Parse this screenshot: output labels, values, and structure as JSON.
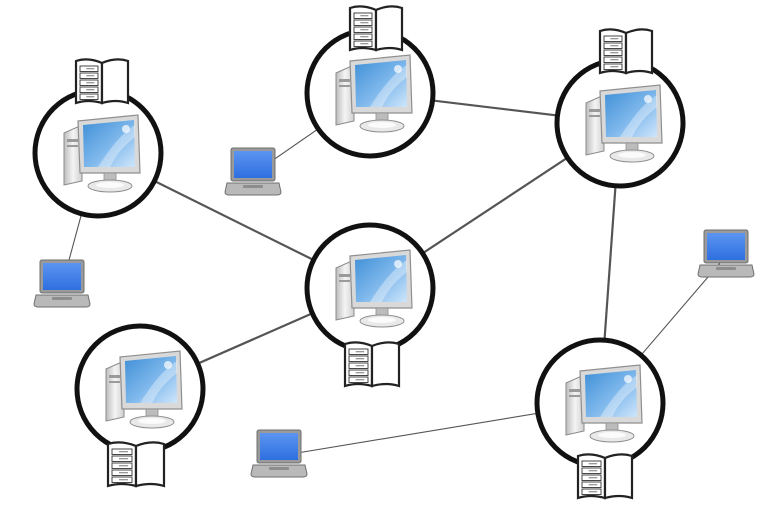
{
  "diagram": {
    "kind": "network",
    "colors": {
      "ring": "#111111",
      "link": "#555555",
      "screen": "#3f8fd6",
      "screen_light": "#cfe6fb",
      "laptop_screen": "#2e6fe0",
      "case": "#e6e6e6",
      "book": "#222222"
    },
    "icons": [
      "desktop-computer-icon",
      "laptop-icon",
      "ledger-book-icon"
    ],
    "nodes": [
      {
        "id": "server-top",
        "type": "server",
        "has_ledger": true
      },
      {
        "id": "server-left",
        "type": "server",
        "has_ledger": true
      },
      {
        "id": "server-right",
        "type": "server",
        "has_ledger": true
      },
      {
        "id": "server-center",
        "type": "server",
        "has_ledger": true
      },
      {
        "id": "server-bottom-left",
        "type": "server",
        "has_ledger": true
      },
      {
        "id": "server-bottom-right",
        "type": "server",
        "has_ledger": true
      },
      {
        "id": "client-a",
        "type": "client"
      },
      {
        "id": "client-b",
        "type": "client"
      },
      {
        "id": "client-c",
        "type": "client"
      },
      {
        "id": "client-d",
        "type": "client"
      }
    ],
    "links": [
      {
        "from": "server-top",
        "to": "server-right",
        "kind": "primary"
      },
      {
        "from": "server-left",
        "to": "server-center",
        "kind": "primary"
      },
      {
        "from": "server-center",
        "to": "server-right",
        "kind": "primary"
      },
      {
        "from": "server-right",
        "to": "server-bottom-right",
        "kind": "primary"
      },
      {
        "from": "server-center",
        "to": "server-bottom-left",
        "kind": "primary"
      },
      {
        "from": "client-a",
        "to": "server-top",
        "kind": "secondary"
      },
      {
        "from": "client-b",
        "to": "server-left",
        "kind": "secondary"
      },
      {
        "from": "client-c",
        "to": "server-bottom-right",
        "kind": "secondary"
      },
      {
        "from": "client-d",
        "to": "server-bottom-right",
        "kind": "secondary"
      }
    ]
  }
}
